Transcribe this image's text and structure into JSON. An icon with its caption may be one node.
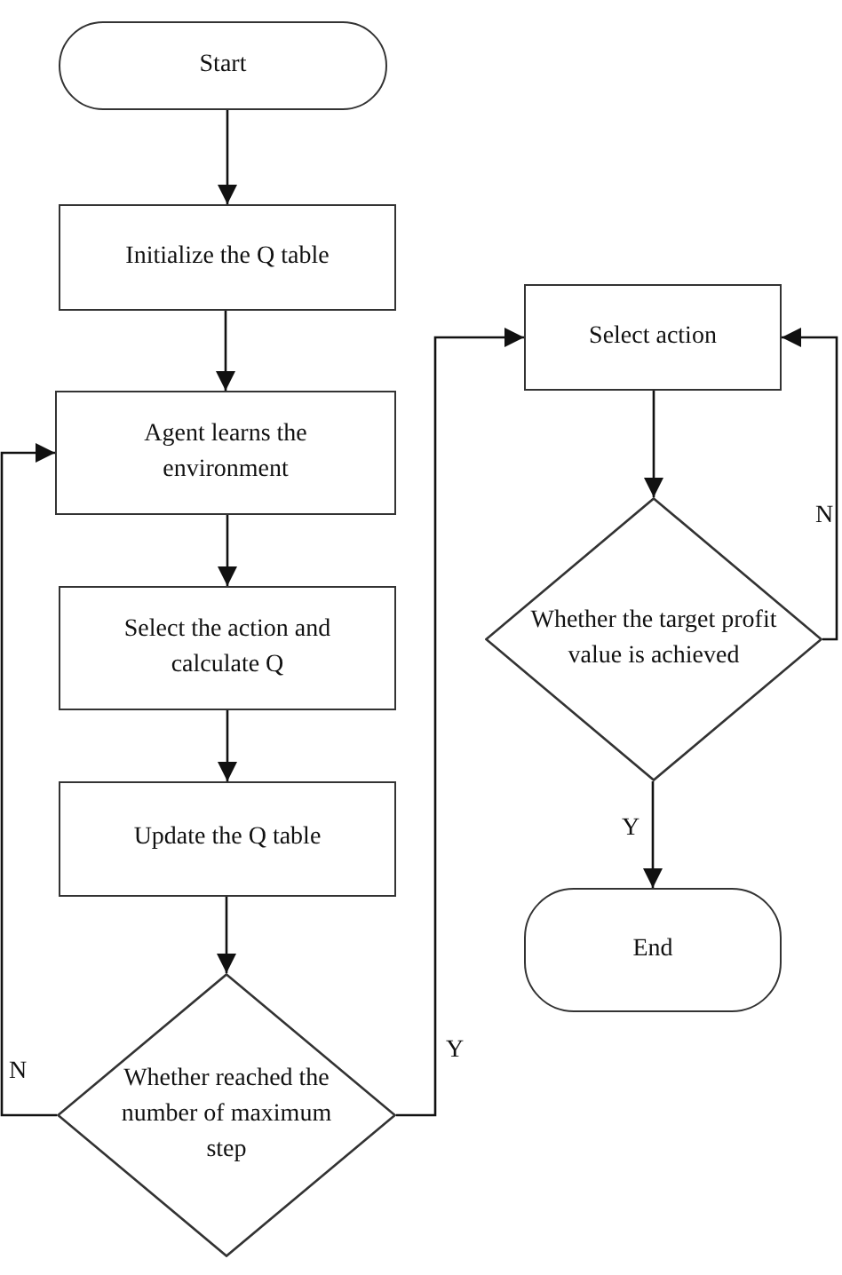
{
  "diagram": {
    "nodes": [
      {
        "text": [
          "Start"
        ]
      },
      {
        "text": [
          "Initialize the Q table"
        ]
      },
      {
        "text": [
          "Agent learns the environment"
        ]
      },
      {
        "text": [
          "Select the action and calculate Q"
        ]
      },
      {
        "text": [
          "Update the Q table"
        ]
      },
      {
        "text": [
          "Whether reached the number of maximum step"
        ]
      },
      {
        "text": [
          "Select action"
        ]
      },
      {
        "text": [
          "Whether the target profit value is achieved"
        ]
      },
      {
        "text": [
          "End"
        ]
      }
    ],
    "edges": [
      {
        "from": 0,
        "to": 1,
        "arrow": "to"
      },
      {
        "from": 1,
        "to": 2,
        "arrow": "to"
      },
      {
        "from": 2,
        "to": 3,
        "arrow": "to"
      },
      {
        "from": 3,
        "to": 4,
        "arrow": "to"
      },
      {
        "from": 4,
        "to": 5,
        "arrow": "to"
      },
      {
        "from": 5,
        "to": 2,
        "label": "N",
        "arrow": "to"
      },
      {
        "from": 5,
        "to": 6,
        "label": "Y",
        "arrow": "to"
      },
      {
        "from": 6,
        "to": 7,
        "arrow": "to"
      },
      {
        "from": 7,
        "to": 6,
        "label": "N",
        "arrow": "to"
      },
      {
        "from": 7,
        "to": 8,
        "label": "Y",
        "arrow": "to"
      }
    ]
  }
}
